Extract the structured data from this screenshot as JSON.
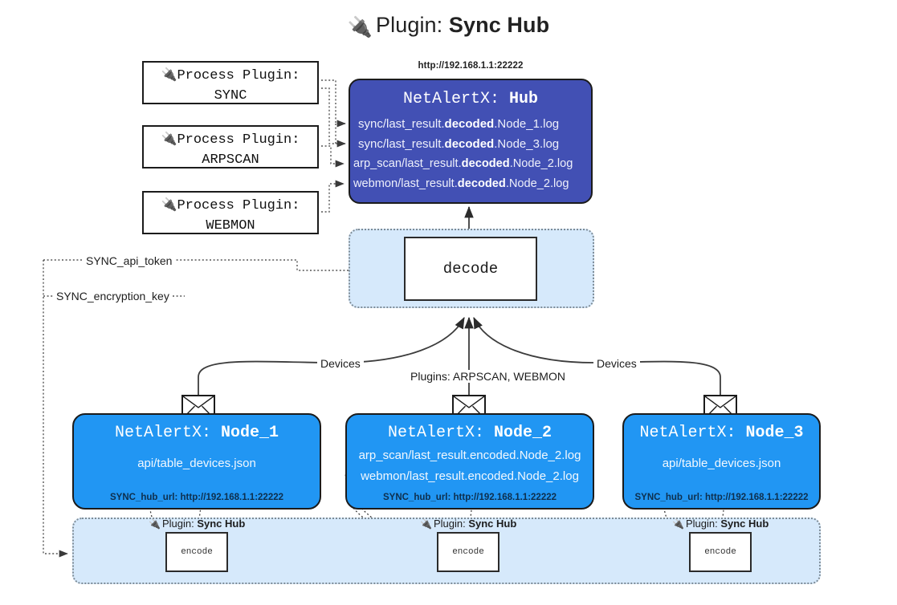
{
  "title": {
    "icon": "plug-icon",
    "prefix": "Plugin: ",
    "name": "Sync Hub"
  },
  "process_plugins": [
    {
      "icon": "plug-icon",
      "line1": "Process Plugin:",
      "line2": "SYNC"
    },
    {
      "icon": "plug-icon",
      "line1": "Process Plugin:",
      "line2": "ARPSCAN"
    },
    {
      "icon": "plug-icon",
      "line1": "Process Plugin:",
      "line2": "WEBMON"
    }
  ],
  "hub": {
    "url": "http://192.168.1.1:22222",
    "title_prefix": "NetAlertX: ",
    "title_name": "Hub",
    "lines": [
      {
        "pre": "sync/last_result.",
        "bold": "decoded",
        "post": ".Node_1.log"
      },
      {
        "pre": "sync/last_result.",
        "bold": "decoded",
        "post": ".Node_3.log"
      },
      {
        "pre": "arp_scan/last_result.",
        "bold": "decoded",
        "post": ".Node_2.log"
      },
      {
        "pre": "webmon/last_result.",
        "bold": "decoded",
        "post": ".Node_2.log"
      }
    ]
  },
  "decode": {
    "label": "decode"
  },
  "config_edges": [
    {
      "label": "SYNC_api_token"
    },
    {
      "label": "SYNC_encryption_key"
    }
  ],
  "flow_labels": {
    "devices_left": "Devices",
    "devices_right": "Devices",
    "plugins_center": "Plugins: ARPSCAN, WEBMON"
  },
  "nodes": [
    {
      "title_prefix": "NetAlertX: ",
      "title_name": "Node_1",
      "lines": [
        "api/table_devices.json"
      ],
      "footer": "SYNC_hub_url: http://192.168.1.1:22222",
      "envelope_icon": "envelope-icon"
    },
    {
      "title_prefix": "NetAlertX: ",
      "title_name": "Node_2",
      "lines": [
        "arp_scan/last_result.encoded.Node_2.log",
        "webmon/last_result.encoded.Node_2.log"
      ],
      "footer": "SYNC_hub_url: http://192.168.1.1:22222",
      "envelope_icon": "envelope-icon"
    },
    {
      "title_prefix": "NetAlertX: ",
      "title_name": "Node_3",
      "lines": [
        "api/table_devices.json"
      ],
      "footer": "SYNC_hub_url: http://192.168.1.1:22222",
      "envelope_icon": "envelope-icon"
    }
  ],
  "encoders": [
    {
      "icon": "plug-icon",
      "label_prefix": "Plugin: ",
      "label_name": "Sync Hub",
      "box": "encode"
    },
    {
      "icon": "plug-icon",
      "label_prefix": "Plugin: ",
      "label_name": "Sync Hub",
      "box": "encode"
    },
    {
      "icon": "plug-icon",
      "label_prefix": "Plugin: ",
      "label_name": "Sync Hub",
      "box": "encode"
    }
  ],
  "colors": {
    "hub_fill": "#4250b4",
    "node_fill": "#2196f3",
    "cluster_fill": "#d6e9fb",
    "stroke": "#1b1b1b"
  }
}
